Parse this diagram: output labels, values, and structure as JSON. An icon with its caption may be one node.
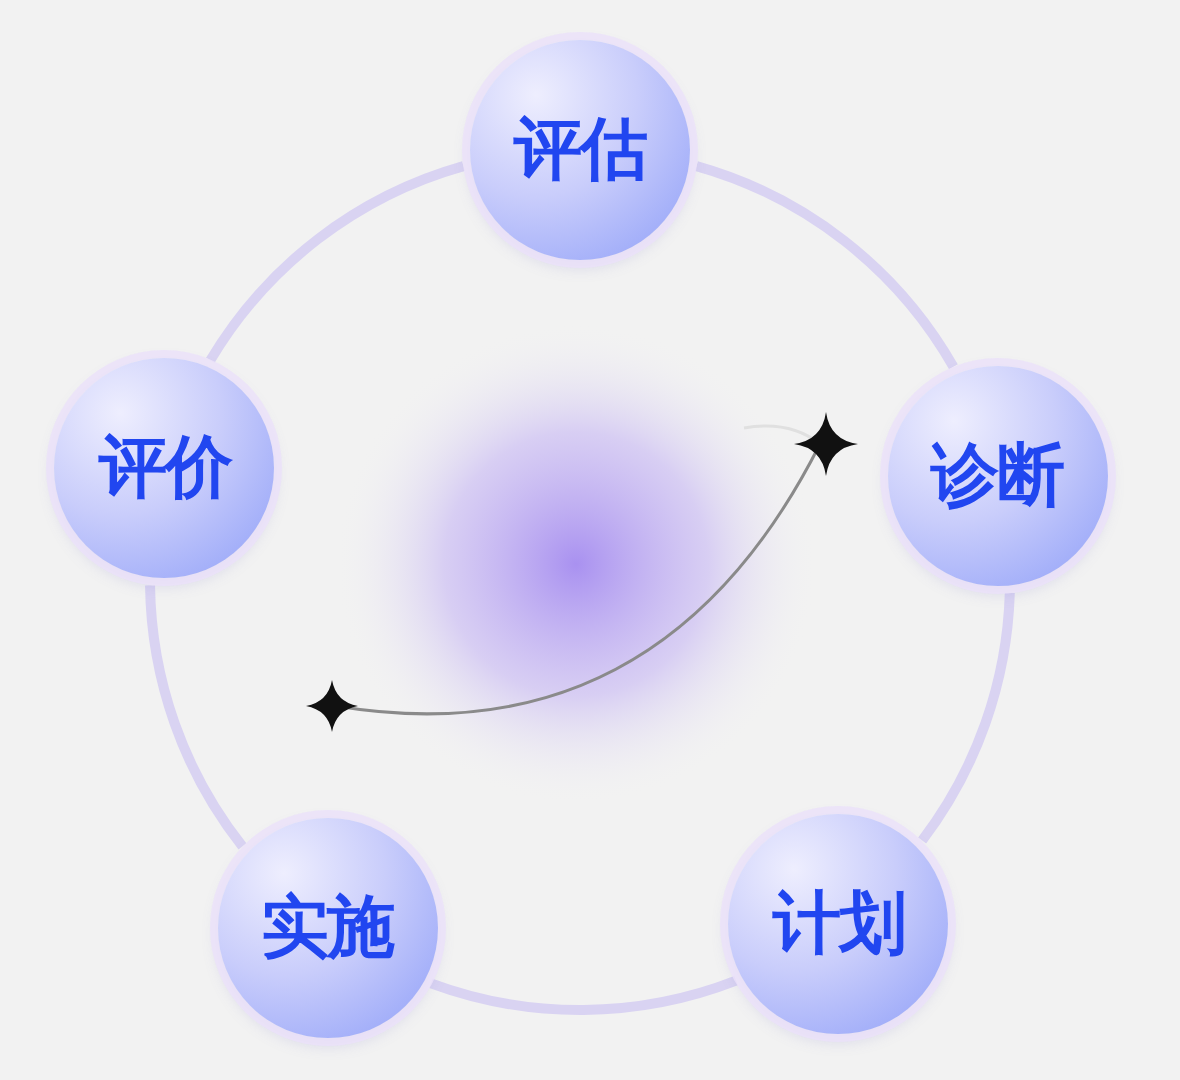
{
  "diagram": {
    "nodes": [
      {
        "text": [
          "评估"
        ]
      },
      {
        "text": [
          "诊断"
        ]
      },
      {
        "text": [
          "计划"
        ]
      },
      {
        "text": [
          "实施"
        ]
      },
      {
        "text": [
          "评价"
        ]
      }
    ],
    "edges": [
      {
        "from": 0,
        "to": 1,
        "arrow": "none"
      },
      {
        "from": 1,
        "to": 2,
        "arrow": "none"
      },
      {
        "from": 2,
        "to": 3,
        "arrow": "none"
      },
      {
        "from": 3,
        "to": 4,
        "arrow": "none"
      },
      {
        "from": 4,
        "to": 0,
        "arrow": "none"
      }
    ]
  }
}
